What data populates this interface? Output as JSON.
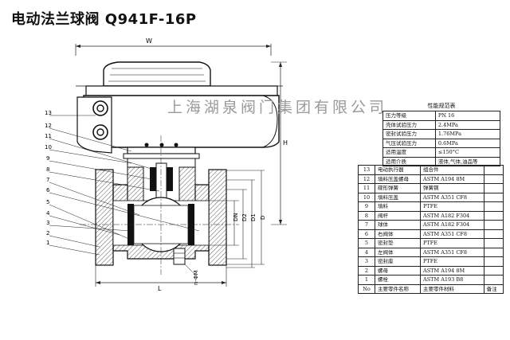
{
  "title": "电动法兰球阀 Q941F-16P",
  "watermark": "上海湖泉阀门集团有限公司",
  "dimension_labels": {
    "w": "W",
    "h": "H",
    "l": "L",
    "d": "D",
    "d1": "D1",
    "d2": "D2",
    "dn": "DN",
    "nm": "n-ΦM"
  },
  "balloon_numbers": [
    "13",
    "12",
    "11",
    "10",
    "9",
    "8",
    "7",
    "6",
    "5",
    "4",
    "3",
    "2",
    "1"
  ],
  "performance": {
    "caption": "性能规范表",
    "rows": [
      {
        "label": "压力等级",
        "value": "PN 16"
      },
      {
        "label": "壳体试验压力",
        "value": "2.4MPa"
      },
      {
        "label": "密封试验压力",
        "value": "1.76MPa"
      },
      {
        "label": "气压试验压力",
        "value": "0.6MPa"
      },
      {
        "label": "适用温度",
        "value": "≤150°C"
      },
      {
        "label": "适用介质",
        "value": "液体,气体,油品等"
      }
    ]
  },
  "parts": {
    "rows": [
      {
        "no": "13",
        "name": "电动执行器",
        "material": "组合件"
      },
      {
        "no": "12",
        "name": "填料压盖螺母",
        "material": "ASTM A194 8M"
      },
      {
        "no": "11",
        "name": "碟形弹簧",
        "material": "弹簧钢"
      },
      {
        "no": "10",
        "name": "填料压盖",
        "material": "ASTM A351 CF8"
      },
      {
        "no": "9",
        "name": "填料",
        "material": "PTFE"
      },
      {
        "no": "8",
        "name": "阀杆",
        "material": "ASTM A182 F304"
      },
      {
        "no": "7",
        "name": "球体",
        "material": "ASTM A182 F304"
      },
      {
        "no": "6",
        "name": "右阀体",
        "material": "ASTM A351 CF8"
      },
      {
        "no": "5",
        "name": "密封垫",
        "material": "PTFE"
      },
      {
        "no": "4",
        "name": "左阀体",
        "material": "ASTM A351 CF8"
      },
      {
        "no": "3",
        "name": "密封座",
        "material": "PTFE"
      },
      {
        "no": "2",
        "name": "螺母",
        "material": "ASTM A194 8M"
      },
      {
        "no": "1",
        "name": "螺栓",
        "material": "ASTM A193 B8"
      }
    ],
    "header": {
      "no": "No",
      "name": "主要零件名称",
      "material": "主要零件材料",
      "remark": "备注"
    }
  }
}
